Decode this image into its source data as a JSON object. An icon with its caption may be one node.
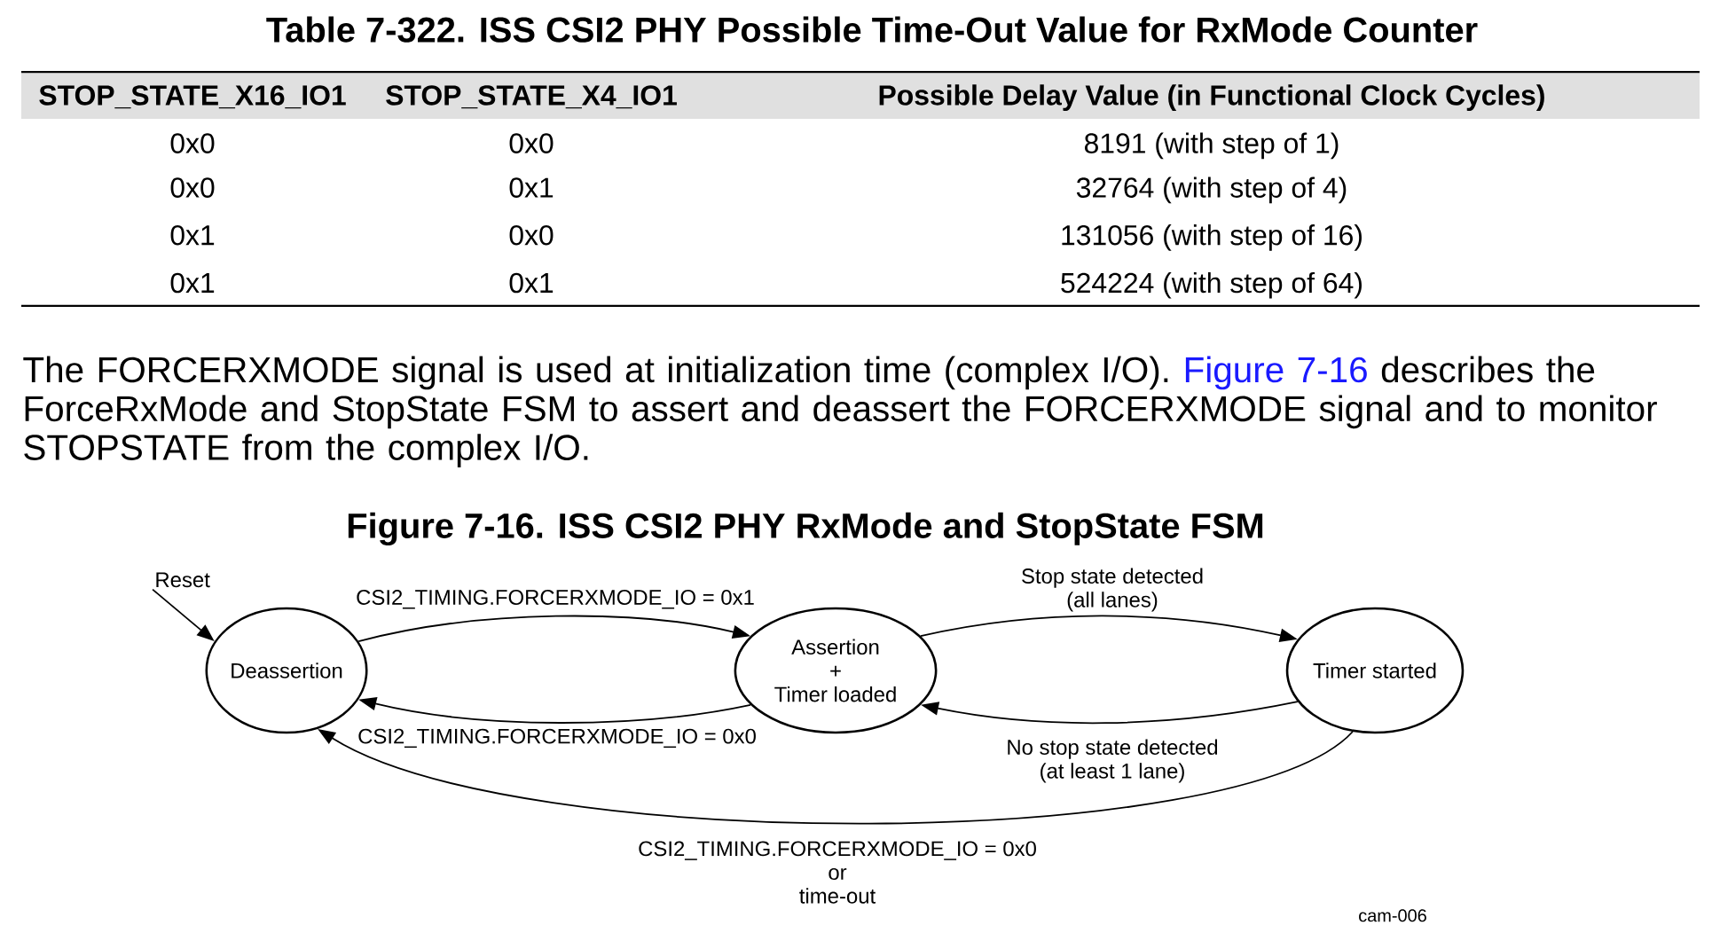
{
  "diagram": {
    "title": "Table 7-322. ISS CSI2 PHY Possible Time-Out Value for RxMode Counter",
    "nodes": [
      {
        "text": [
          "Reset"
        ]
      },
      {
        "text": [
          "Deassertion"
        ]
      },
      {
        "text": [
          "Assertion + Timer loaded"
        ]
      },
      {
        "text": [
          "Timer started"
        ]
      }
    ],
    "edges": [
      {
        "from": 0,
        "to": 1,
        "arrow": "to"
      },
      {
        "from": 1,
        "to": 2,
        "arrow": "to",
        "label": "CSI2_TIMING.FORCERXMODE_IO = 0x1"
      },
      {
        "from": 2,
        "to": 1,
        "arrow": "to",
        "label": "CSI2_TIMING.FORCERXMODE_IO = 0x0"
      },
      {
        "from": 2,
        "to": 3,
        "arrow": "to",
        "label": "Stop state detected (all lanes)"
      },
      {
        "from": 3,
        "to": 2,
        "arrow": "to",
        "label": "No stop state detected (at least 1 lane)"
      },
      {
        "from": 3,
        "to": 1,
        "arrow": "to",
        "label": "CSI2_TIMING.FORCERXMODE_IO = 0x0 or time-out"
      }
    ],
    "labels": [
      "STOP_STATE_X16_IO1",
      "STOP_STATE_X4_IO1",
      "Possible Delay Value (in Functional Clock Cycles)",
      "0x0",
      "0x0",
      "8191 (with step of 1)",
      "0x0",
      "0x1",
      "32764 (with step of 4)",
      "0x1",
      "0x0",
      "131056 (with step of 16)",
      "0x1",
      "0x1",
      "524224 (with step of 64)",
      "The FORCERXMODE signal is used at initialization time (complex I/O).",
      "Figure 7-16",
      "describes the ForceRxMode and StopState FSM to assert and deassert the FORCERXMODE signal and to monitor STOPSTATE from the complex I/O.",
      "Figure 7-16. ISS CSI2 PHY RxMode and StopState FSM",
      "cam-006"
    ]
  }
}
